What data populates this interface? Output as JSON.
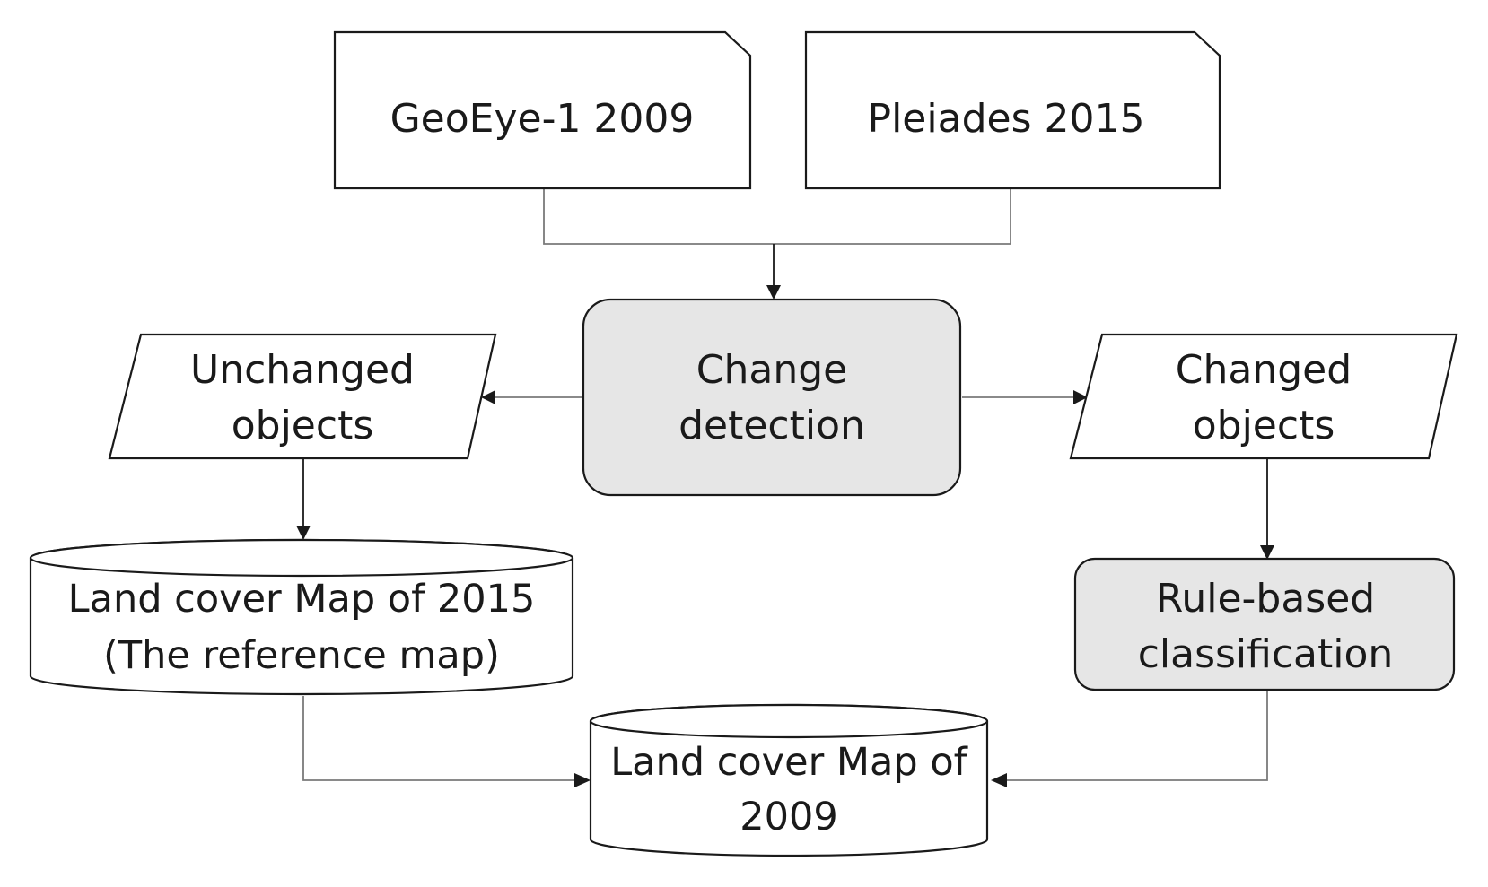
{
  "nodes": {
    "geoeye": {
      "label": "GeoEye-1 2009",
      "shape": "document"
    },
    "pleiades": {
      "label": "Pleiades 2015",
      "shape": "document"
    },
    "change_detection": {
      "lines": [
        "Change",
        "detection"
      ],
      "shape": "rounded-rectangle",
      "fill": "#e6e6e6"
    },
    "unchanged_objects": {
      "lines": [
        "Unchanged",
        "objects"
      ],
      "shape": "parallelogram"
    },
    "changed_objects": {
      "lines": [
        "Changed",
        "objects"
      ],
      "shape": "parallelogram"
    },
    "land_cover_2015": {
      "lines": [
        "Land cover Map of 2015",
        "(The reference map)"
      ],
      "shape": "cylinder"
    },
    "rule_based": {
      "lines": [
        "Rule-based",
        "classification"
      ],
      "shape": "rounded-rectangle",
      "fill": "#e6e6e6"
    },
    "land_cover_2009": {
      "lines": [
        "Land cover Map of",
        "2009"
      ],
      "shape": "cylinder"
    }
  },
  "edges": [
    {
      "from": "geoeye",
      "to": "change_detection"
    },
    {
      "from": "pleiades",
      "to": "change_detection"
    },
    {
      "from": "change_detection",
      "to": "unchanged_objects"
    },
    {
      "from": "change_detection",
      "to": "changed_objects"
    },
    {
      "from": "unchanged_objects",
      "to": "land_cover_2015"
    },
    {
      "from": "changed_objects",
      "to": "rule_based"
    },
    {
      "from": "land_cover_2015",
      "to": "land_cover_2009"
    },
    {
      "from": "rule_based",
      "to": "land_cover_2009"
    }
  ]
}
